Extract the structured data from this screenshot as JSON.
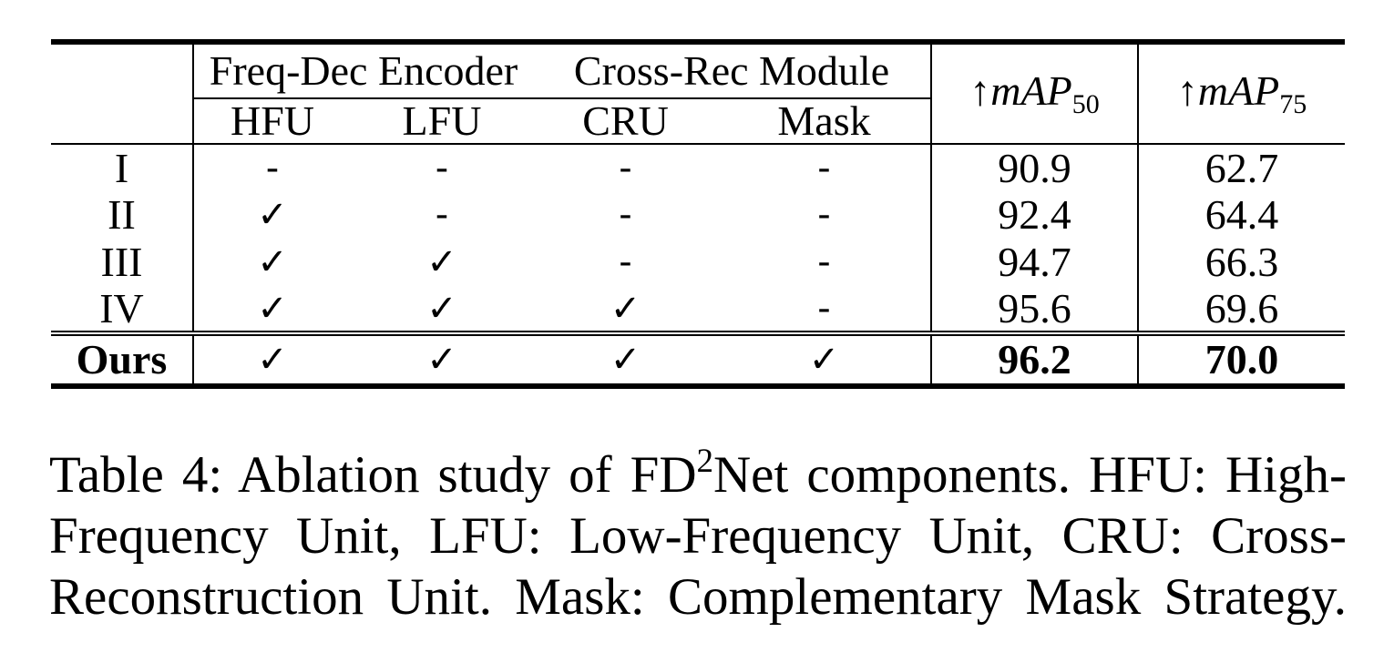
{
  "colors": {
    "text": "#000000",
    "background": "#ffffff",
    "rule": "#000000"
  },
  "table": {
    "header": {
      "group_freq_dec": "Freq-Dec Encoder",
      "group_cross_rec": "Cross-Rec Module",
      "sub_hfu": "HFU",
      "sub_lfu": "LFU",
      "sub_cru": "CRU",
      "sub_mask": "Mask",
      "map50": {
        "arrow": "↑",
        "name": "mAP",
        "sub": "50"
      },
      "map75": {
        "arrow": "↑",
        "name": "mAP",
        "sub": "75"
      }
    },
    "rows": [
      {
        "label": "I",
        "hfu": "-",
        "lfu": "-",
        "cru": "-",
        "mask": "-",
        "map50": "90.9",
        "map75": "62.7"
      },
      {
        "label": "II",
        "hfu": "✓",
        "lfu": "-",
        "cru": "-",
        "mask": "-",
        "map50": "92.4",
        "map75": "64.4"
      },
      {
        "label": "III",
        "hfu": "✓",
        "lfu": "✓",
        "cru": "-",
        "mask": "-",
        "map50": "94.7",
        "map75": "66.3"
      },
      {
        "label": "IV",
        "hfu": "✓",
        "lfu": "✓",
        "cru": "✓",
        "mask": "-",
        "map50": "95.6",
        "map75": "69.6"
      },
      {
        "label": "Ours",
        "hfu": "✓",
        "lfu": "✓",
        "cru": "✓",
        "mask": "✓",
        "map50": "96.2",
        "map75": "70.0"
      }
    ]
  },
  "caption": {
    "line1_pre": "Table 4: Ablation study of FD",
    "line1_sup": "2",
    "line1_post": "Net components. HFU: High-",
    "line2": "Frequency Unit, LFU: Low-Frequency Unit, CRU: Cross-",
    "line3": "Reconstruction Unit. Mask: Complementary Mask Strategy."
  }
}
